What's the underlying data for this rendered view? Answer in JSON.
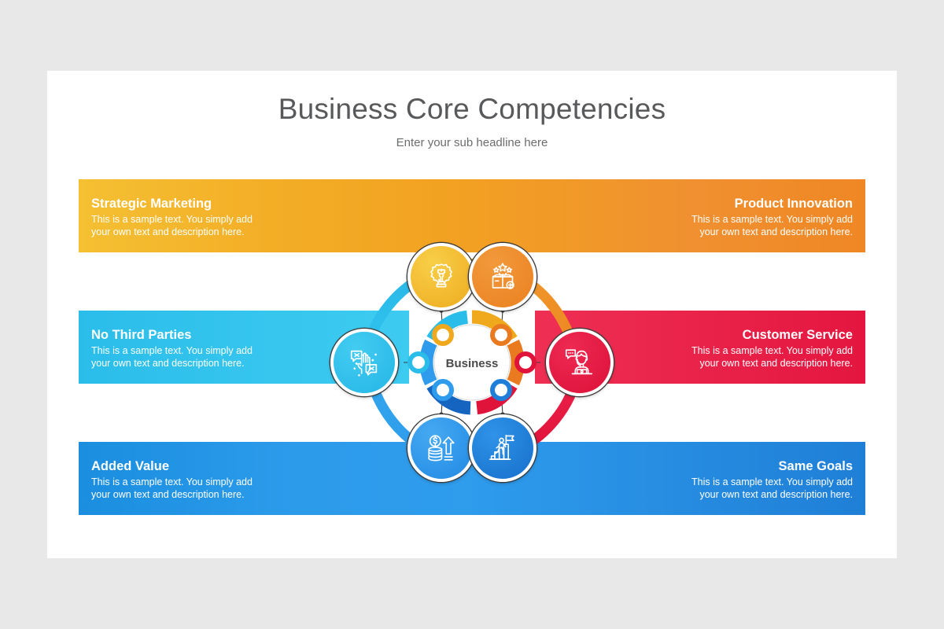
{
  "slide": {
    "title": "Business Core Competencies",
    "subtitle": "Enter your sub headline here"
  },
  "hub": {
    "label": "Business",
    "segment_colors": [
      "#f5bb20",
      "#ef8424",
      "#e3132f",
      "#1565c0",
      "#2196f3",
      "#29b6e5"
    ]
  },
  "items": [
    {
      "id": "strategic-marketing",
      "title": "Strategic Marketing",
      "description": "This is a sample text. You simply add\nyour own text and description here.",
      "icon": "gear-chess-rook-icon",
      "color": "#f0b429",
      "align": "left",
      "position": "top-left"
    },
    {
      "id": "product-innovation",
      "title": "Product Innovation",
      "description": "This is a sample text. You simply add\nyour own text and description here.",
      "icon": "open-box-stars-icon",
      "color": "#ef8c28",
      "align": "right",
      "position": "top-right"
    },
    {
      "id": "no-third-parties",
      "title": "No Third Parties",
      "description": "This is a sample text. You simply add\nyour own text and description here.",
      "icon": "hand-stop-chat-icon",
      "color": "#2ec1ec",
      "align": "left",
      "position": "middle-left"
    },
    {
      "id": "customer-service",
      "title": "Customer Service",
      "description": "This is a sample text. You simply add\nyour own text and description here.",
      "icon": "support-agent-icon",
      "color": "#e5214b",
      "align": "right",
      "position": "middle-right"
    },
    {
      "id": "added-value",
      "title": "Added Value",
      "description": "This is a sample text. You simply add\nyour own text and description here.",
      "icon": "coins-arrow-up-icon",
      "color": "#2f9bec",
      "align": "left",
      "position": "bottom-left"
    },
    {
      "id": "same-goals",
      "title": "Same Goals",
      "description": "This is a sample text. You simply add\nyour own text and description here.",
      "icon": "climb-stairs-flag-icon",
      "color": "#1f7fd6",
      "align": "right",
      "position": "bottom-right"
    }
  ]
}
